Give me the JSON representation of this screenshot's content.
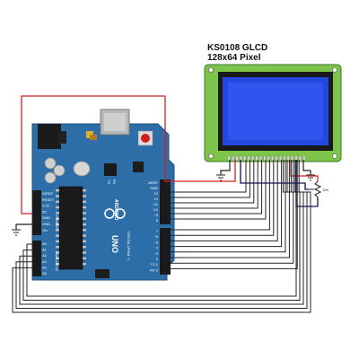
{
  "lcd": {
    "title_line1": "KS0108 GLCD",
    "title_line2": "128x64 Pixel",
    "screen_color": "#1d3fd8",
    "bezel_color": "#8fd35a"
  },
  "arduino": {
    "brand": "ARDUINO",
    "model": "UNO",
    "board_color": "#2f6fa7",
    "power_label": "POWER",
    "analog_label": "ANALOG IN",
    "digital_label": "DIGITAL (PWM ~)",
    "tx_label": "TX",
    "rx_label": "RX",
    "power_pins": [
      "IOREF",
      "RESET",
      "3.3V",
      "5V",
      "GND",
      "GND",
      "Vin"
    ],
    "analog_pins": [
      "A0",
      "A1",
      "A2",
      "A3",
      "A4",
      "A5"
    ],
    "digital_top_labels": [
      "AREF",
      "GND",
      "13",
      "12",
      "~11",
      "~10",
      "~9",
      "8"
    ],
    "digital_bottom_labels": [
      "7",
      "~6",
      "~5",
      "4",
      "~3",
      "2",
      "TX 1",
      "RX 0"
    ]
  },
  "components": {
    "potentiometer_label": "10K"
  },
  "colors": {
    "wire_power": "#d42020",
    "wire_ground": "#101060",
    "wire_signal": "#222222"
  }
}
